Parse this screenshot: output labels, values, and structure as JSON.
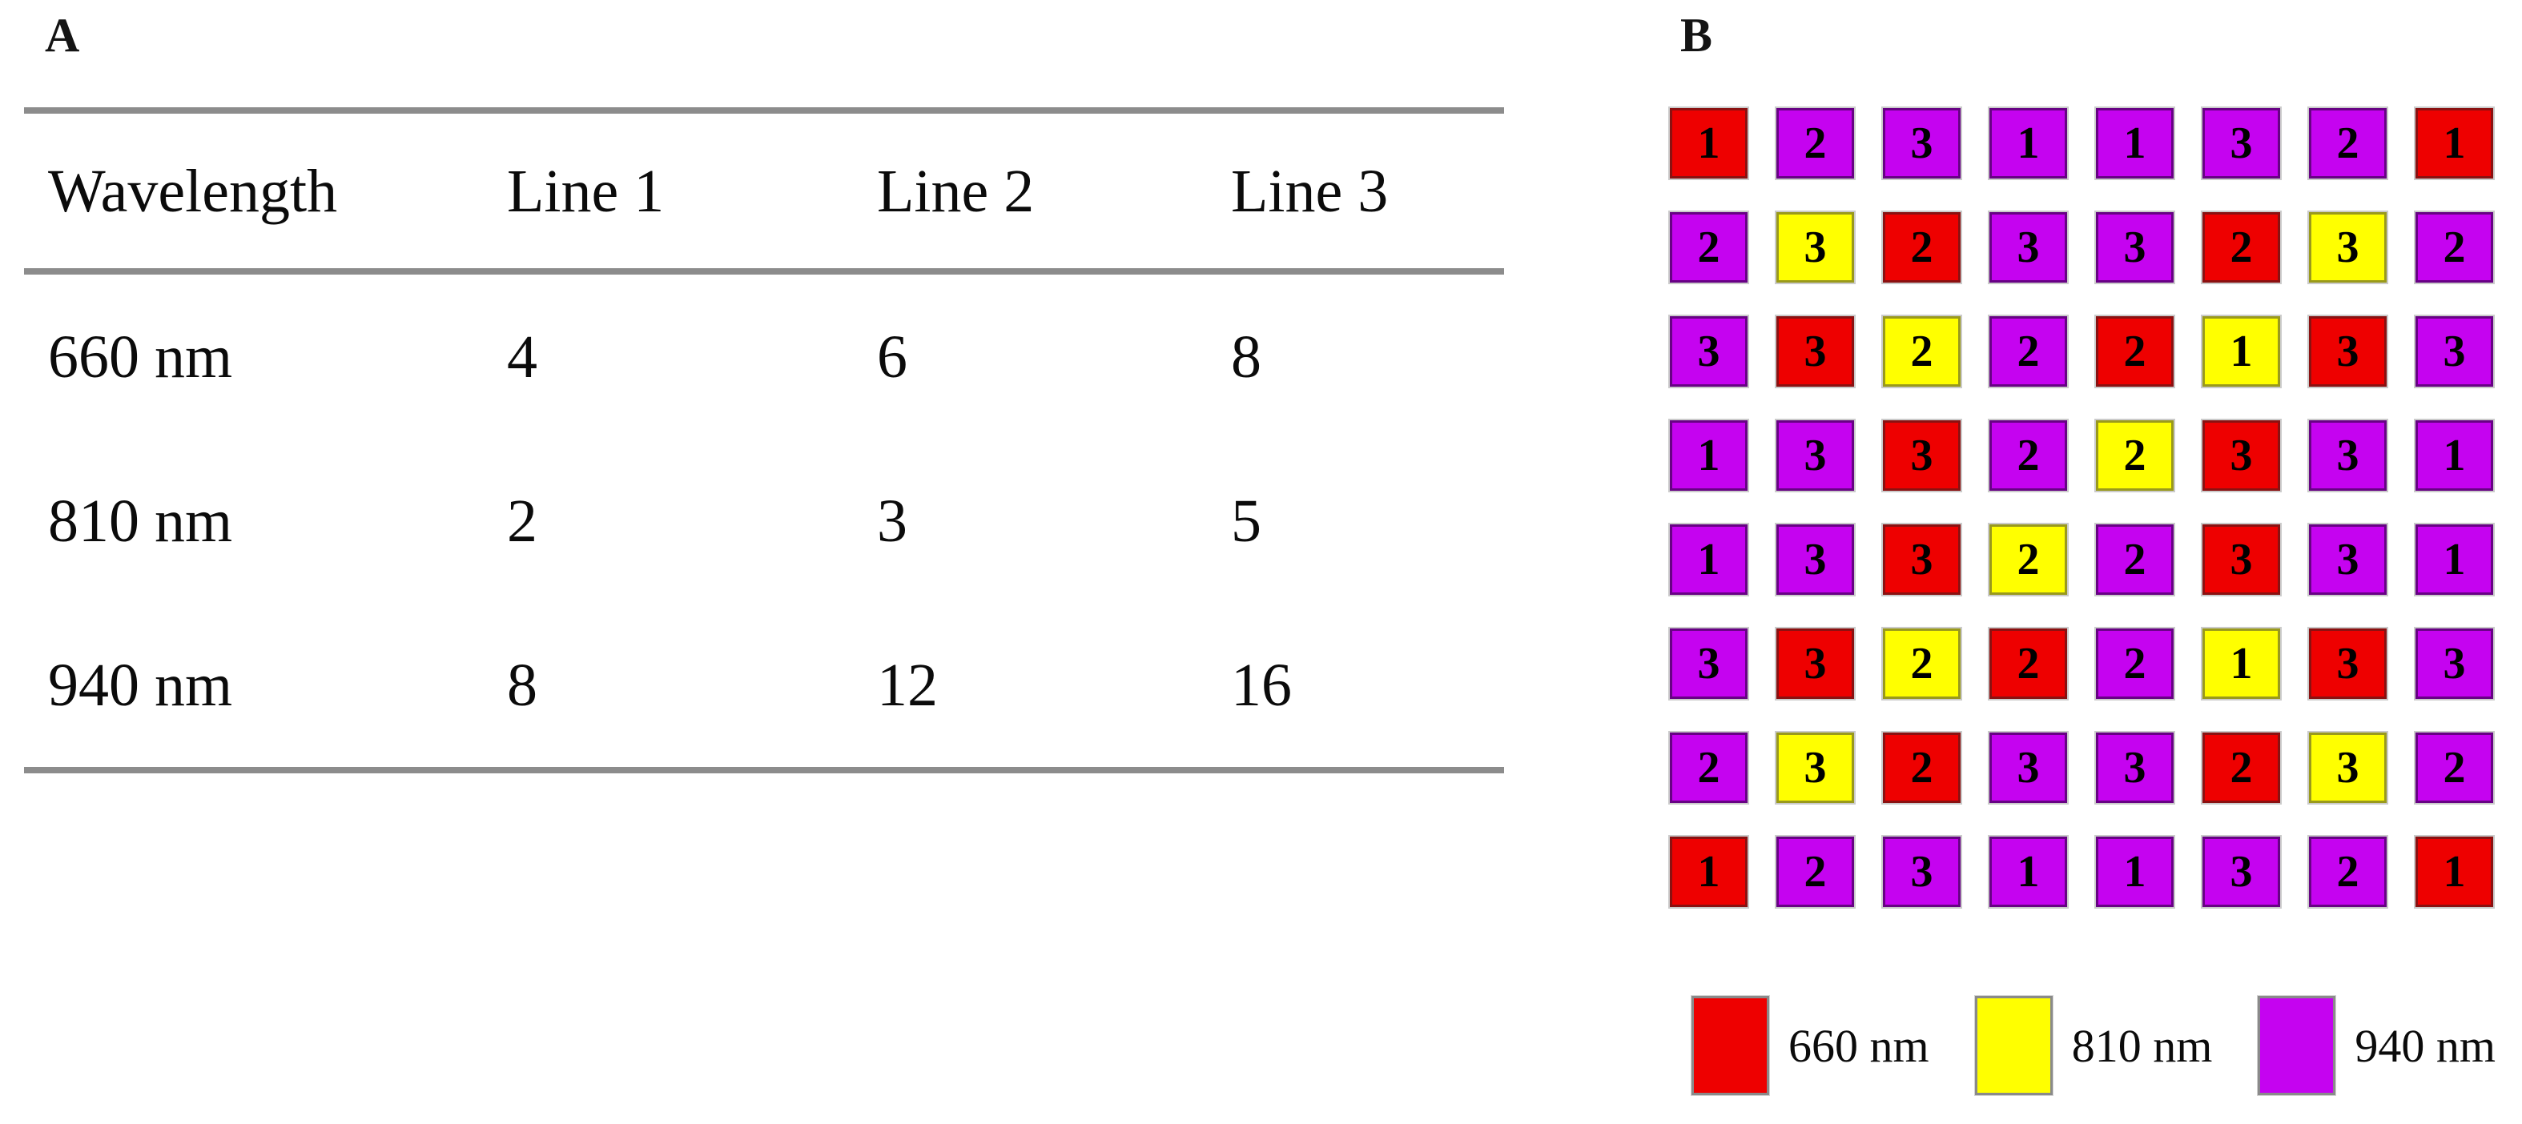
{
  "panelA": {
    "label": "A",
    "table": {
      "headers": [
        "Wavelength",
        "Line 1",
        "Line 2",
        "Line 3"
      ],
      "rows": [
        {
          "wavelength": "660 nm",
          "values": [
            "4",
            "6",
            "8"
          ]
        },
        {
          "wavelength": "810 nm",
          "values": [
            "2",
            "3",
            "5"
          ]
        },
        {
          "wavelength": "940 nm",
          "values": [
            "8",
            "12",
            "16"
          ]
        }
      ]
    }
  },
  "panelB": {
    "label": "B",
    "grid": {
      "rows": 8,
      "cols": 8,
      "cells": [
        [
          {
            "n": 1,
            "nm": 660
          },
          {
            "n": 2,
            "nm": 940
          },
          {
            "n": 3,
            "nm": 940
          },
          {
            "n": 1,
            "nm": 940
          },
          {
            "n": 1,
            "nm": 940
          },
          {
            "n": 3,
            "nm": 940
          },
          {
            "n": 2,
            "nm": 940
          },
          {
            "n": 1,
            "nm": 660
          }
        ],
        [
          {
            "n": 2,
            "nm": 940
          },
          {
            "n": 3,
            "nm": 810
          },
          {
            "n": 2,
            "nm": 660
          },
          {
            "n": 3,
            "nm": 940
          },
          {
            "n": 3,
            "nm": 940
          },
          {
            "n": 2,
            "nm": 660
          },
          {
            "n": 3,
            "nm": 810
          },
          {
            "n": 2,
            "nm": 940
          }
        ],
        [
          {
            "n": 3,
            "nm": 940
          },
          {
            "n": 3,
            "nm": 660
          },
          {
            "n": 2,
            "nm": 810
          },
          {
            "n": 2,
            "nm": 940
          },
          {
            "n": 2,
            "nm": 660
          },
          {
            "n": 1,
            "nm": 810
          },
          {
            "n": 3,
            "nm": 660
          },
          {
            "n": 3,
            "nm": 940
          }
        ],
        [
          {
            "n": 1,
            "nm": 940
          },
          {
            "n": 3,
            "nm": 940
          },
          {
            "n": 3,
            "nm": 660
          },
          {
            "n": 2,
            "nm": 940
          },
          {
            "n": 2,
            "nm": 810
          },
          {
            "n": 3,
            "nm": 660
          },
          {
            "n": 3,
            "nm": 940
          },
          {
            "n": 1,
            "nm": 940
          }
        ],
        [
          {
            "n": 1,
            "nm": 940
          },
          {
            "n": 3,
            "nm": 940
          },
          {
            "n": 3,
            "nm": 660
          },
          {
            "n": 2,
            "nm": 810
          },
          {
            "n": 2,
            "nm": 940
          },
          {
            "n": 3,
            "nm": 660
          },
          {
            "n": 3,
            "nm": 940
          },
          {
            "n": 1,
            "nm": 940
          }
        ],
        [
          {
            "n": 3,
            "nm": 940
          },
          {
            "n": 3,
            "nm": 660
          },
          {
            "n": 2,
            "nm": 810
          },
          {
            "n": 2,
            "nm": 660
          },
          {
            "n": 2,
            "nm": 940
          },
          {
            "n": 1,
            "nm": 810
          },
          {
            "n": 3,
            "nm": 660
          },
          {
            "n": 3,
            "nm": 940
          }
        ],
        [
          {
            "n": 2,
            "nm": 940
          },
          {
            "n": 3,
            "nm": 810
          },
          {
            "n": 2,
            "nm": 660
          },
          {
            "n": 3,
            "nm": 940
          },
          {
            "n": 3,
            "nm": 940
          },
          {
            "n": 2,
            "nm": 660
          },
          {
            "n": 3,
            "nm": 810
          },
          {
            "n": 2,
            "nm": 940
          }
        ],
        [
          {
            "n": 1,
            "nm": 660
          },
          {
            "n": 2,
            "nm": 940
          },
          {
            "n": 3,
            "nm": 940
          },
          {
            "n": 1,
            "nm": 940
          },
          {
            "n": 1,
            "nm": 940
          },
          {
            "n": 3,
            "nm": 940
          },
          {
            "n": 2,
            "nm": 940
          },
          {
            "n": 1,
            "nm": 660
          }
        ]
      ]
    },
    "legend": [
      {
        "nm": 660,
        "label": "660 nm"
      },
      {
        "nm": 810,
        "label": "810 nm"
      },
      {
        "nm": 940,
        "label": "940 nm"
      }
    ]
  },
  "colors": {
    "660": {
      "fill": "#ee0000",
      "border": "#8a1111"
    },
    "810": {
      "fill": "#ffff00",
      "border": "#99991c"
    },
    "940": {
      "fill": "#c503f0",
      "border": "#670284"
    },
    "rule": "#8c8c8c"
  }
}
